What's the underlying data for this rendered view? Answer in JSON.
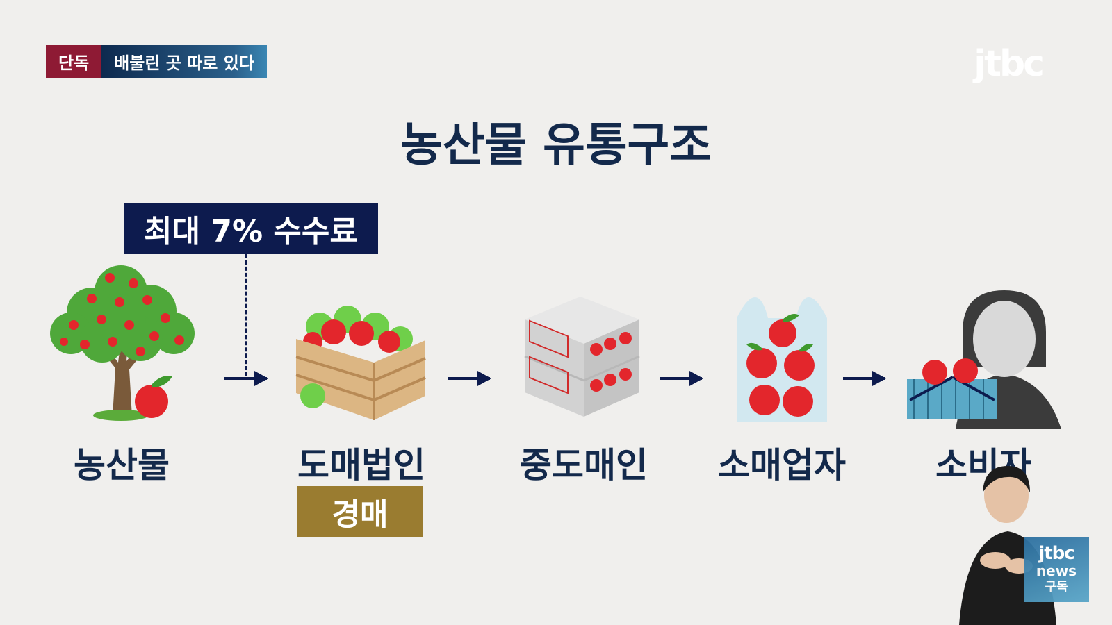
{
  "header": {
    "tag_label": "단독",
    "headline": "배불린 곳 따로 있다",
    "channel_logo": "jtbc"
  },
  "diagram": {
    "title": "농산물 유통구조",
    "fee_note": "최대 7% 수수료",
    "stages": [
      {
        "label": "농산물",
        "icon": "apple-tree-icon"
      },
      {
        "label": "도매법인",
        "icon": "apple-crate-icon"
      },
      {
        "label": "중도매인",
        "icon": "apple-boxes-icon"
      },
      {
        "label": "소매업자",
        "icon": "apple-bag-icon"
      },
      {
        "label": "소비자",
        "icon": "consumer-with-basket-icon"
      }
    ],
    "wholesale_method": "경매"
  },
  "subscribe_badge": {
    "logo": "jtbc",
    "sub": "news",
    "action": "구독"
  },
  "colors": {
    "navy": "#0d1b4e",
    "gold": "#9a7c30",
    "crimson": "#8e1a34",
    "background": "#f0efed"
  }
}
